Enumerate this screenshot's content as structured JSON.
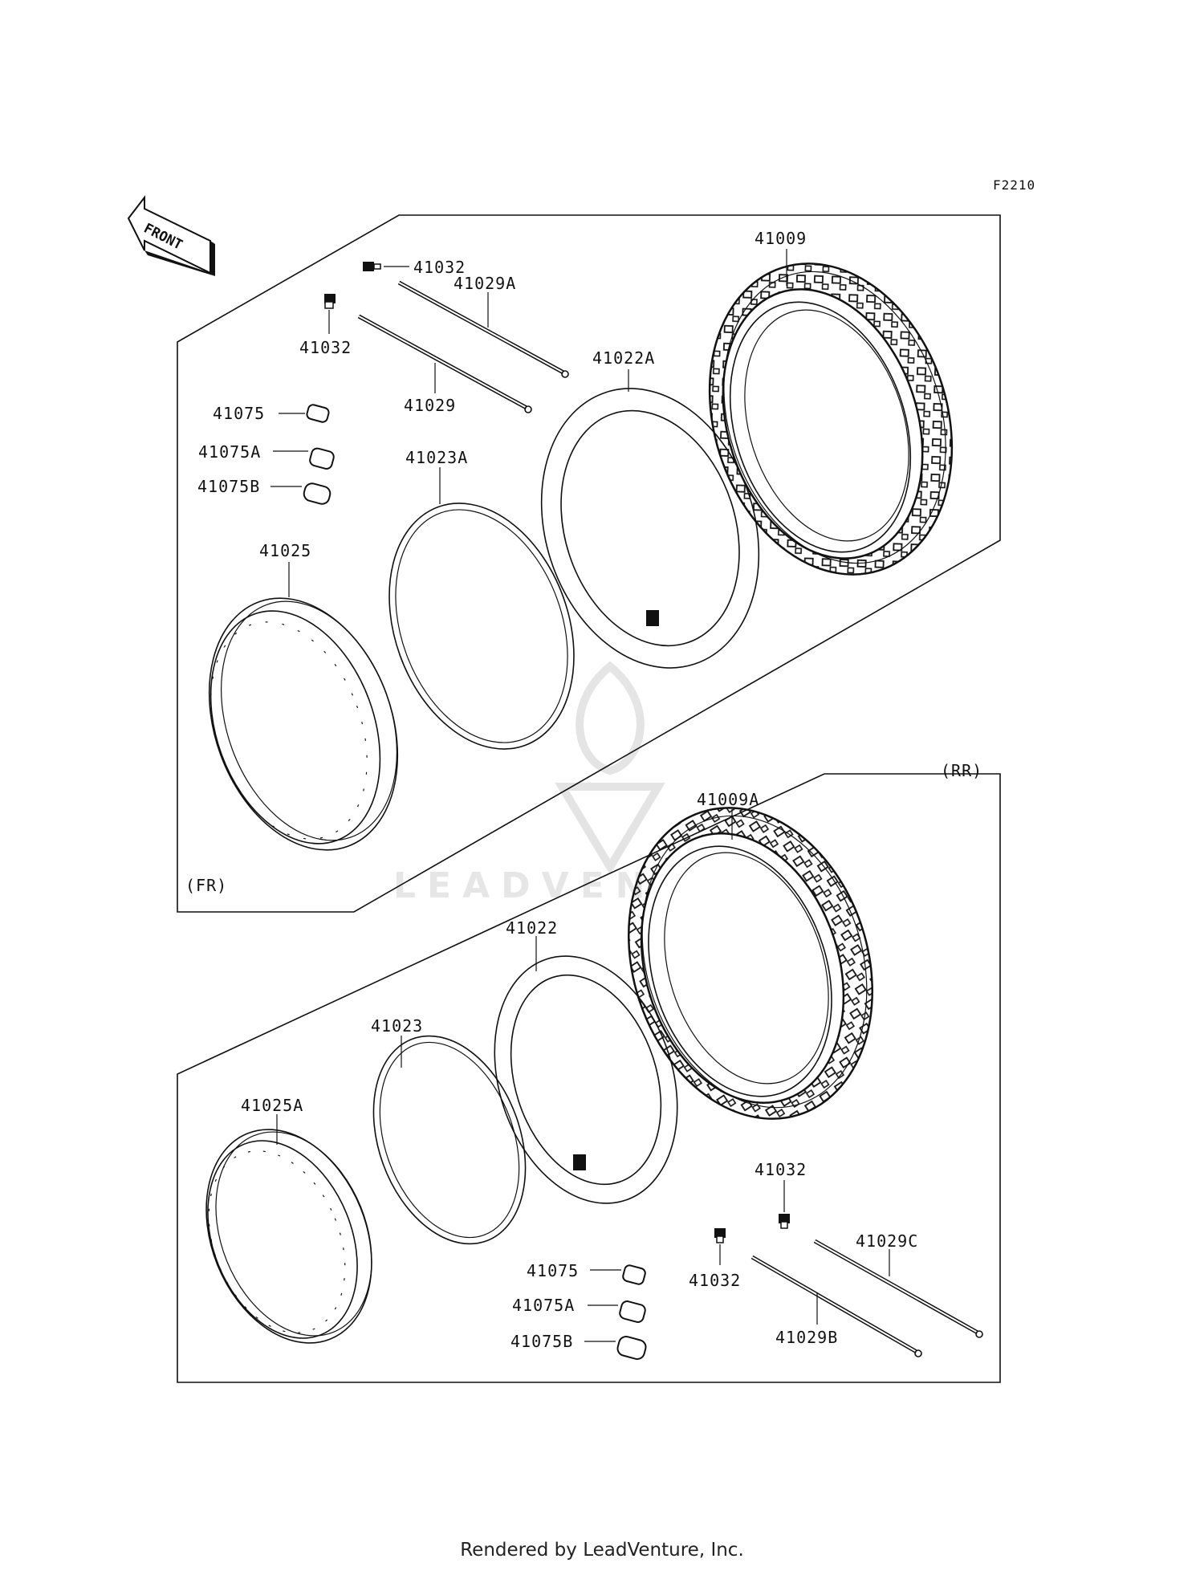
{
  "figure_code": "F2210",
  "front_arrow_text": "FRONT",
  "sections": {
    "front": "(FR)",
    "rear": "(RR)"
  },
  "watermark": "LEADVENTURE",
  "footer": "Rendered by LeadVenture, Inc.",
  "parts": {
    "front": {
      "tire": "41009",
      "tube": "41022A",
      "rim_band": "41023A",
      "rim": "41025",
      "spoke_a": "41029A",
      "spoke": "41029",
      "nipple_top": "41032",
      "nipple_left": "41032",
      "weight": "41075",
      "weight_a": "41075A",
      "weight_b": "41075B"
    },
    "rear": {
      "tire": "41009A",
      "tube": "41022",
      "rim_band": "41023",
      "rim": "41025A",
      "spoke_c": "41029C",
      "spoke_b": "41029B",
      "nipple_top": "41032",
      "nipple_left": "41032",
      "weight": "41075",
      "weight_a": "41075A",
      "weight_b": "41075B"
    }
  }
}
